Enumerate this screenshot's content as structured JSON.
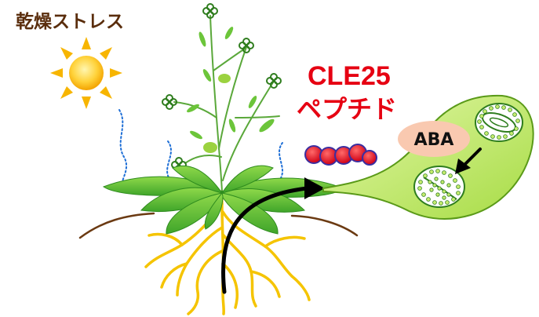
{
  "labels": {
    "stress": "乾燥ストレス",
    "peptide_name": "CLE25",
    "peptide_word": "ペプチド",
    "hormone": "ABA"
  },
  "colors": {
    "stress_text": "#5a2d0c",
    "peptide_text": "#e60012",
    "leaf": "#5cbf2a",
    "leaf_dark": "#2e8b1e",
    "root": "#f5c400",
    "soil_line": "#6b3a12",
    "sun": "#f7b500",
    "bubble_fill": "#c6ec6e",
    "aba_fill": "#f9c9b0",
    "peptide_bead": "#e0001b",
    "peptide_outline": "#3b2ea0",
    "vapor": "#1f6fd6",
    "arrow": "#000000"
  },
  "icons": [
    "sun-icon",
    "plant-illustration",
    "peptide-chain-icon",
    "stomata-icon",
    "vapor-lines-icon"
  ]
}
